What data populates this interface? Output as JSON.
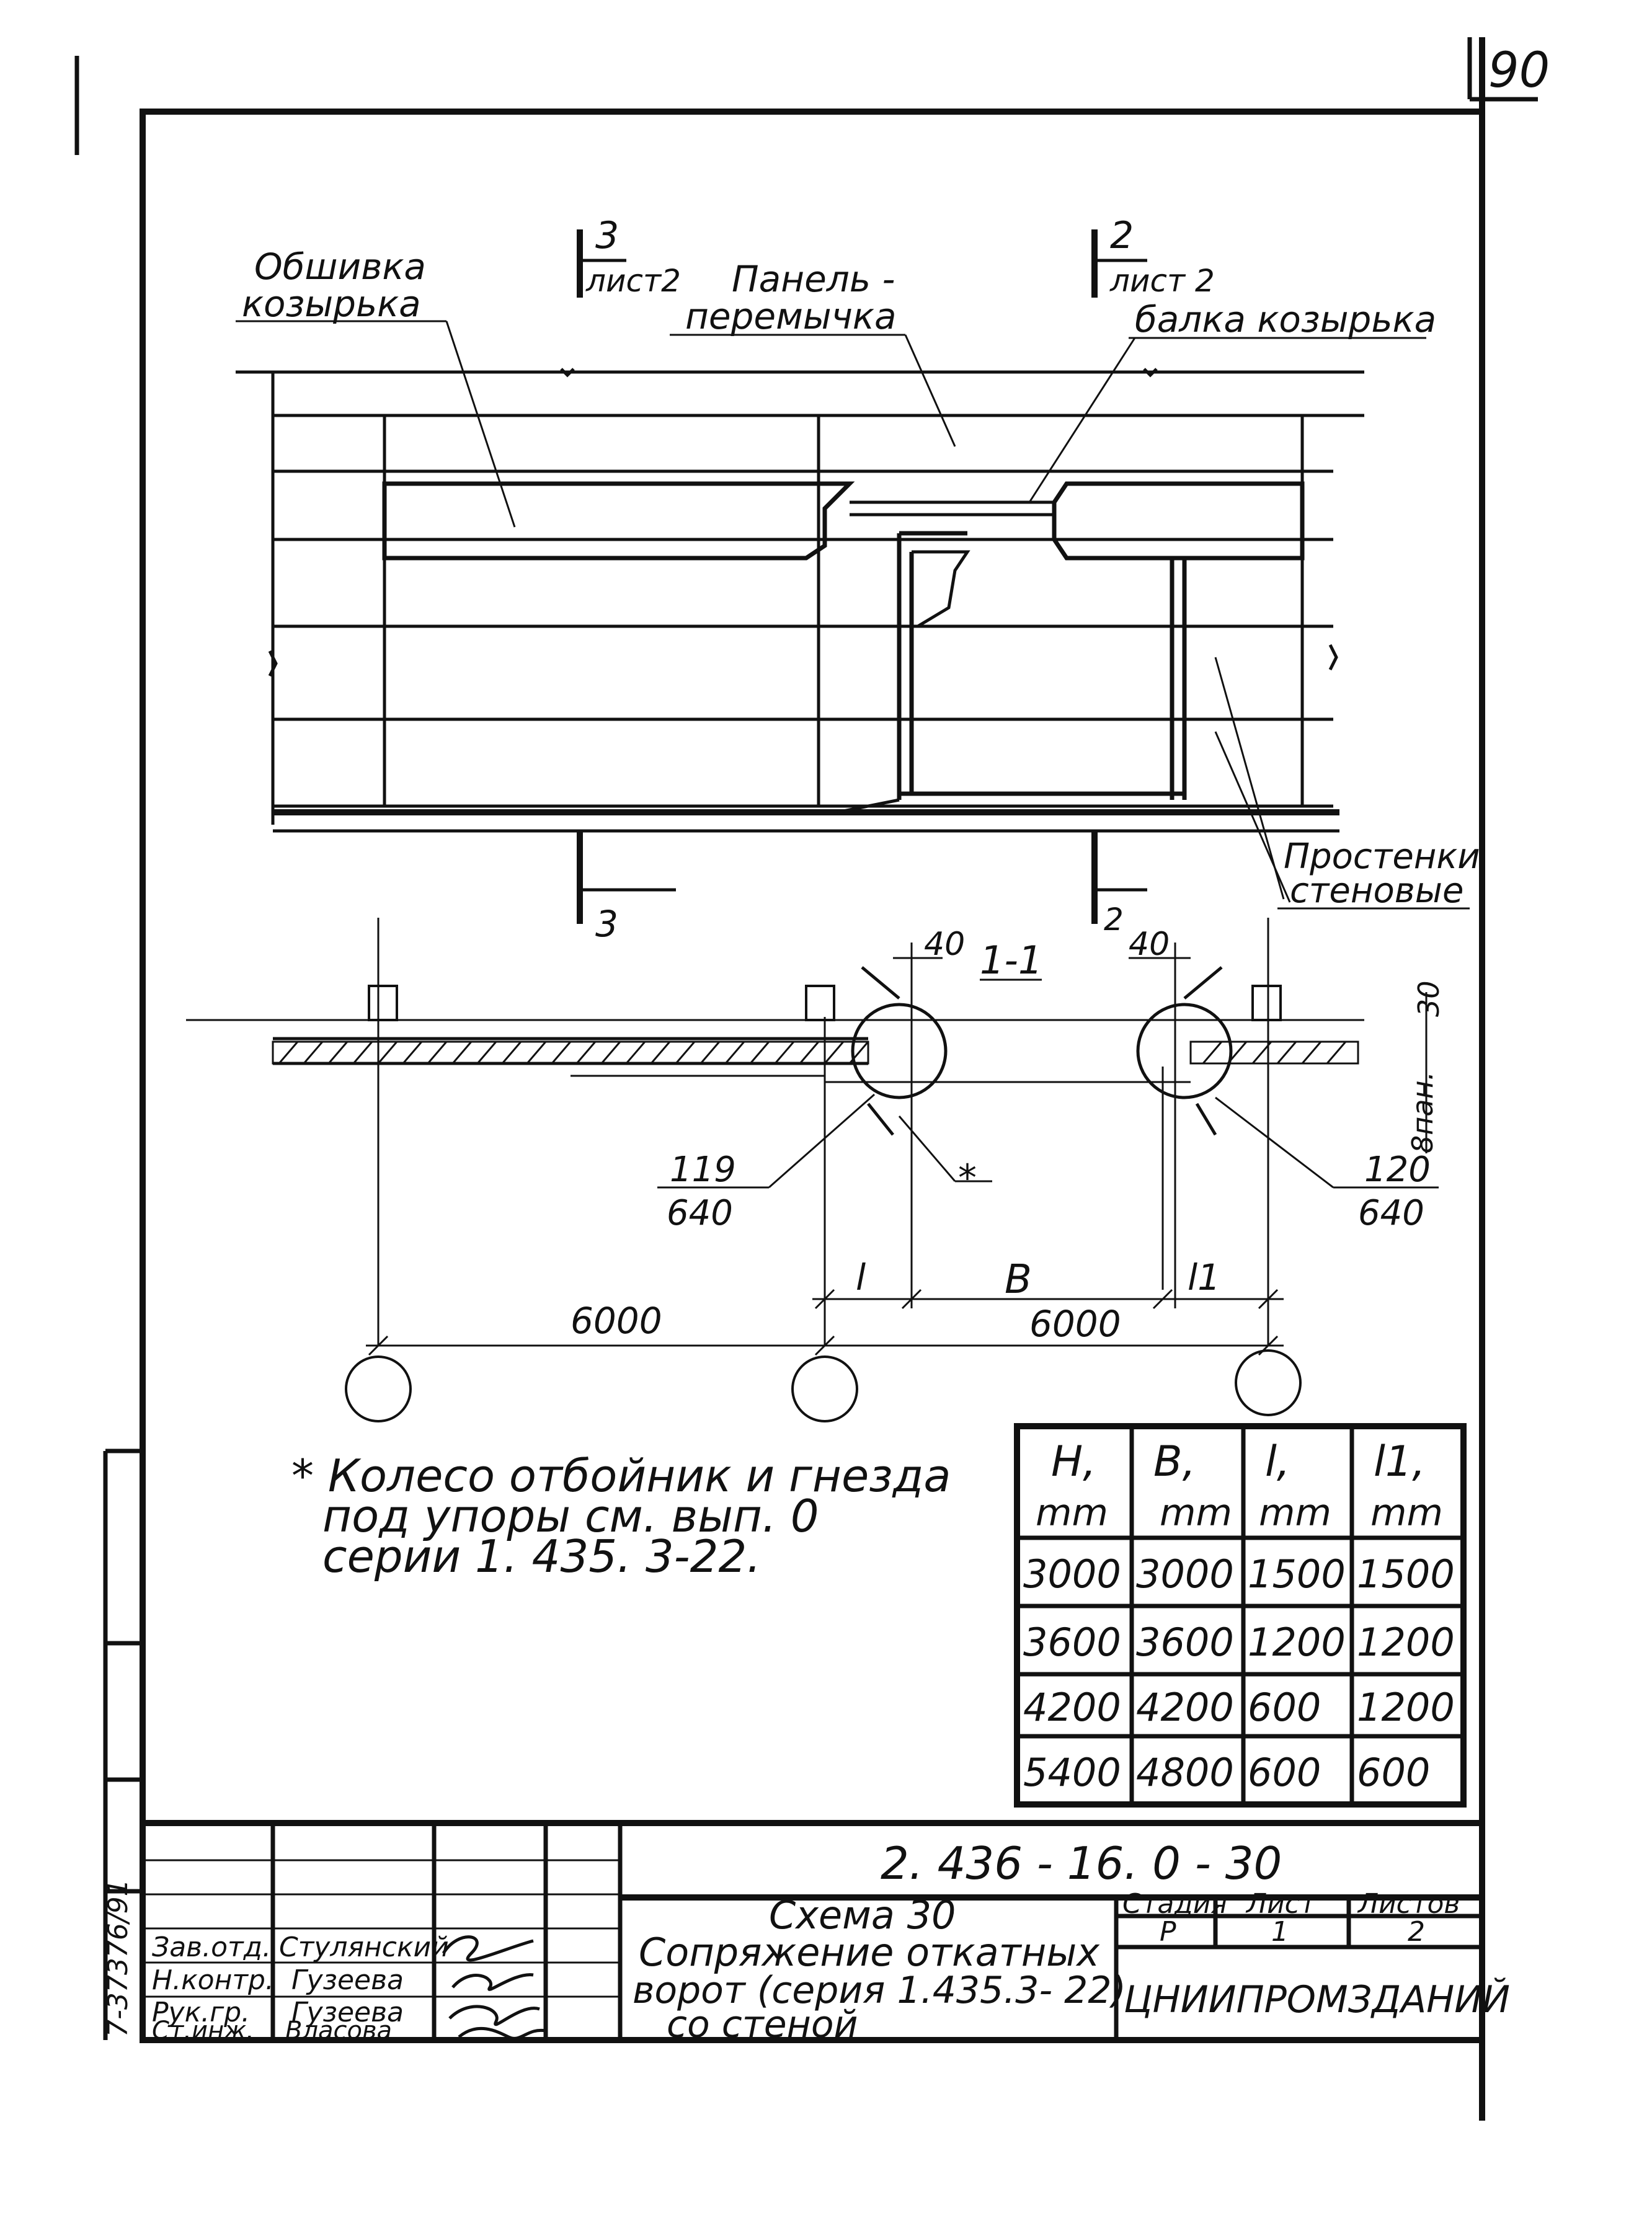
{
  "page": {
    "number": "90"
  },
  "elevation": {
    "labels": {
      "cladding": [
        "Обшивка",
        "козырька"
      ],
      "panel": [
        "Панель -",
        "перемычка"
      ],
      "beam": "балка козырька",
      "piers": [
        "Простенки",
        "стеновые"
      ]
    },
    "section_marks": {
      "left": {
        "num": "3",
        "sheet": "лист2"
      },
      "right": {
        "num": "2",
        "sheet": "лист 2"
      },
      "bottom_left": "3",
      "bottom_right": "2"
    }
  },
  "plan": {
    "section_title": "1-1",
    "dim_top_left": "40",
    "dim_top_right": "40",
    "dim_right_vertical_1": "30",
    "dim_right_vertical_2": "8пан.",
    "callout_left": {
      "num": "119",
      "den": "640"
    },
    "callout_right": {
      "num": "120",
      "den": "640"
    },
    "star": "*",
    "dims": {
      "l": "l",
      "b": "B",
      "l1": "l1",
      "span_left": "6000",
      "span_right": "6000"
    }
  },
  "note": {
    "lines": [
      "* Колесо отбойник  и гнезда",
      "под упоры  см.  вып. 0",
      "серии   1. 435. 3-22."
    ]
  },
  "table": {
    "headers": [
      {
        "sym": "H,",
        "unit": "mm"
      },
      {
        "sym": "B,",
        "unit": "mm"
      },
      {
        "sym": "l,",
        "unit": "mm"
      },
      {
        "sym": "l1,",
        "unit": "mm"
      }
    ],
    "rows": [
      [
        "3000",
        "3000",
        "1500",
        "1500"
      ],
      [
        "3600",
        "3600",
        "1200",
        "1200"
      ],
      [
        "4200",
        "4200",
        "600",
        "1200"
      ],
      [
        "5400",
        "4800",
        "600",
        "600"
      ]
    ]
  },
  "title_block": {
    "document_code": "2. 436 - 16. 0 - 30",
    "drawing_title": [
      "Схема 30",
      "Сопряжение  откатных",
      "ворот (серия 1.435.3- 22)",
      "со  стеной"
    ],
    "stage_label": "Стадия",
    "stage": "Р",
    "sheet_label": "Лист",
    "sheet": "1",
    "sheets_label": "Листов",
    "sheets": "2",
    "organization": "ЦНИИПРОМЗДАНИЙ",
    "staff": [
      {
        "role": "Зав.отд.",
        "name": "Стулянский"
      },
      {
        "role": "Н.контр.",
        "name": "Гузеева"
      },
      {
        "role": "Рук.гр.",
        "name": "Гузеева"
      },
      {
        "role": "Ст.инж.",
        "name": "Власова"
      }
    ],
    "side_stamp": "7-37376/91"
  }
}
